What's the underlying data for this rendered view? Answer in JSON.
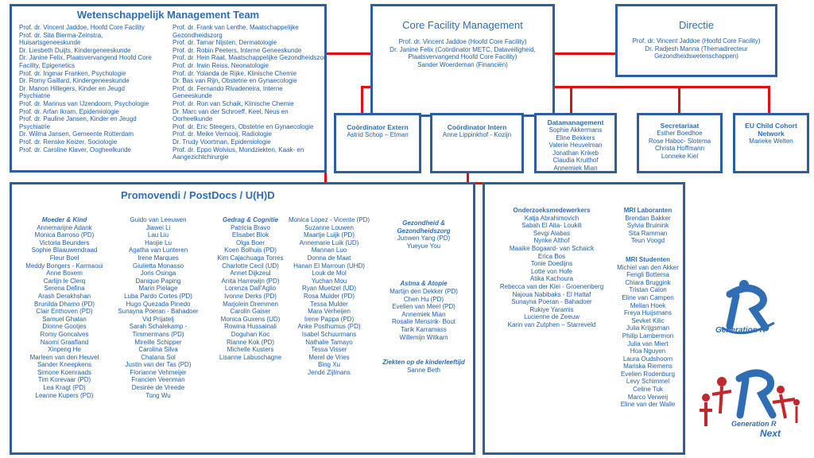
{
  "wmt": {
    "title": "Wetenschappelijk Management Team",
    "col1": [
      "Prof. dr. Vincent Jaddoe, Hoofd Core Facility",
      "Prof. dr. Sita Bierma-Zeinstra,",
      "Huisartsgeneeskunde",
      "Dr. Liesbeth Duijts, Kindergeneeskunde",
      "Dr. Janine Felix, Plaatsvervangend Hoofd Core",
      "Facility, Epigenetics",
      "Prof. dr. Ingmar Franken, Psychologie",
      "Dr. Romy Gaillard, Kindergeneeskunde",
      "Dr. Manon Hillegers, Kinder en Jeugd",
      "Psychiatrie",
      "Prof. dr. Marinus van IJzendoorn, Psychologie",
      "Prof. dr. Arfan Ikram, Epidemiologie",
      "Prof. dr. Pauline Jansen, Kinder en Jeugd",
      "Psychiatrie",
      "Dr. Wilma Jansen, Gemeente Rotterdam",
      "Prof. dr. Renske Keizer, Sociologie",
      "Prof. dr. Caroline Klaver, Oogheelkunde"
    ],
    "col2": [
      "Prof. dr. Frank van Lenthe, Maatschappelijke",
      "Gezondheidszorg",
      "Prof. dr. Tamar Nijsten, Dermatologie",
      "Prof. dr. Robin Peeters, Interne Geneeskunde",
      "Prof. dr. Hein Raat, Maatschappelijke Gezondheidszorg",
      "Prof. dr. Irwin Reiss, Neonatologie",
      "Prof. dr. Yolanda de Rijke, Klinische Chemie",
      "Dr. Bas van Rijn, Obstetrie en Gynaecologie",
      "Prof. dr. Fernando Rivadeneira, Interne",
      "Geneeskunde",
      "Prof. dr. Ron van Schaik, Klinische Chemie",
      "Dr. Marc van der Schroeff, Keel, Neus en",
      "Oorheelkunde",
      "Prof. dr. Eric Steegers, Obstetrie en Gynaecologie",
      "Prof. dr. Meike Vernooij, Radiologie",
      "Dr. Trudy Voortman, Epidemiologie",
      "Prof. dr. Eppo Wolvius, Mondziekten, Kaak- en",
      "Aangezichtchirurgie"
    ]
  },
  "cfm": {
    "title": "Core Facility Management",
    "lines": [
      "Prof. dr. Vincent Jaddoe (Hoofd Core Facility)",
      "Dr. Janine Felix (Coördinator METC, Dataveiligheid,",
      "Plaatsvervangend Hoofd Core Facility)",
      "Sander Woerdeman (Financiën)"
    ]
  },
  "directie": {
    "title": "Directie",
    "lines": [
      "Prof. dr. Vincent Jaddoe (Hoofd Core Facility)",
      "Dr. Radjesh Manna (Themadirecteur",
      "Gezondheidswetenschappen)"
    ]
  },
  "extern": {
    "title": "Coördinator Extern",
    "lines": [
      "Astrid Schop – Etman"
    ]
  },
  "intern": {
    "title": "Coördinator Intern",
    "lines": [
      "Anne Lippinkhof - Kozijn"
    ]
  },
  "datamgmt": {
    "title": "Datamanagement",
    "lines": [
      "Sophie Akkermans",
      "Eline Bekkers",
      "Valerie Heuvelman",
      "Jonathan Krikeb",
      "Claudia Kruithof",
      "Annemiek Mian"
    ]
  },
  "secretariaat": {
    "title": "Secretariaat",
    "lines": [
      "Esther Boedhoe",
      "Rose Haboc- Slotema",
      "Christa Hoffmann",
      "Lonneke Kiel"
    ]
  },
  "eu": {
    "title": "EU Child Cohort Network",
    "lines": [
      "Marieke Welten"
    ]
  },
  "promovendi": {
    "title": "Promovendi / PostDocs / U(H)D",
    "col1_group": "Moeder & Kind",
    "col1": [
      "Annemarijne Adank",
      "Monica Barroso (PD)",
      "Victoria Beunders",
      "Sophie Blaauwendraad",
      "Fleur Boel",
      "Meddy Bongers - Karmaoui",
      "Anne Boxem",
      "Carlijn le Clerq",
      "Serena Defina",
      "Arash Derakhshan",
      "Brunilda Dhamo (PD)",
      "Clair Enthoven (PD)",
      "Samuel Ghatan",
      "Dionne Gootjes",
      "Romy Goncalves",
      "Naomi Graafland",
      "Xinpeng He",
      "Marleen van den Heuvel",
      "Sander Kneepkens",
      "Simone Koenraads",
      "Tim Korevaar (PD)",
      "Lea Kragt (PD)",
      "Leanne Kupers (PD)"
    ],
    "col2": [
      "Guido van Leeuwen",
      "Jiawei Li",
      "Lau Liu",
      "Haojie Lu",
      "Agatha van Lunteren",
      "Irene Marques",
      "Giulietta Monasso",
      "Joris Osinga",
      "Danique Paping",
      "Marin Pielage",
      "Luba Pardo Cortes (PD)",
      "Hugo Quezada Pinedo",
      "Sunayna Poeran - Bahadoer",
      "Vid Prijatelj",
      "Sarah Schalekamp -",
      "Timmermans (PD)",
      "Mireille Schipper",
      "Carolina Silva",
      "Chalana Sol",
      "Justin van der Tas (PD)",
      "Florianne Vehmeijer",
      "Francien Veenman",
      "Desirée de Vreede",
      "Tong Wu"
    ],
    "col3_group": "Gedrag & Cognitie",
    "col3": [
      "Patricia Bravo",
      "Elisabet Blok",
      "Olga Boer",
      "Koen Bolhuis (PD)",
      "Kim Cajachuaga Torres",
      "Charlotte Cecil (UD)",
      "Annet Dijkzeul",
      "Anita Harrewijn (PD)",
      "Lorenza Dall'Aglio",
      "Ivonne Derks (PD)",
      "Marjolein Dremmen",
      "Carolin Gaiser",
      "Monica Guxens (UD)",
      "Rowina Hussainali",
      "Doguhan Koc",
      "Rianne Kok (PD)",
      "Michelle Kusters",
      "Lisanne Labuschagne"
    ],
    "col4": [
      "Monica Lopez - Vicente (PD)",
      "Suzanne Louwen",
      "Maartje Luijk (PD)",
      "Annemarie Luik (UD)",
      "Mannan Luo",
      "Donna de Maat",
      "Hanan El Marroun (UHD)",
      "Louk de Mol",
      "Yuchan Mou",
      "Ryan Muetzel (UD)",
      "Rosa Mulder (PD)",
      "Tessa Mulder",
      "Mara Verheijen",
      "Irene Pappa (PD)",
      "Anke Posthumus (PD)",
      "Isabel Schuurmans",
      "Nathalie Tamayo",
      "Tessa Visser",
      "Merel de Vries",
      "Bing Xu",
      "Jendé Zijlmans"
    ],
    "col5_group1": "Gezondheid & Gezondheidszorg",
    "col5_list1": [
      "Junwen Yang (PD)",
      "Yueyue You"
    ],
    "col5_group2": "Astma & Atopie",
    "col5_list2": [
      "Martijn den Dekker (PD)",
      "Chen Hu (PD)",
      "Evelien van Meel (PD)",
      "Annemiek Mian",
      "Rosalie Mensink- Bout",
      "Tarik Karramass",
      "Willemijn Witkam"
    ],
    "col5_group3": "Ziekten op de kinderleeftijd",
    "col5_list3": [
      "Sanne Beth"
    ]
  },
  "staff": {
    "onderzoek_title": "Onderzoeksmedewerkers",
    "onderzoek": [
      "Katja Abrahimovich",
      "Sabah El Aita- Loukili",
      "Sevgi Alabas",
      "Nynke Althof",
      "Maaike Bogaard- van Schaick",
      "Erica Bos",
      "Tonie Doedijns",
      "Lotte von Hofe",
      "Atika Kachoura",
      "Rebecca van der Klei - Groenenberg",
      "Najoua Nabibaks - El Hattaf",
      "Sunayna Poeran - Bahadoer",
      "Rukiye Yaramis",
      "Lucienne de Zeeuw",
      "Karin van Zutphen – Starreveld"
    ],
    "mrilab_title": "MRI Laboranten",
    "mrilab": [
      "Brendan Bakker",
      "Sylvia Bruinink",
      "Sita Ramman",
      "Teun Voogd"
    ],
    "mristud_title": "MRI Studenten",
    "mristud": [
      "Michiel van den Akker",
      "Fengli Bottema",
      "Chiara Bruggink",
      "Tristan Calon",
      "Eline van Campen",
      "Melian Hoek",
      "Freya Huijsmans",
      "Sevket Kilic",
      "Julia Krijgsman",
      "Philip Lambermon",
      "Julia van Miert",
      "Hoa Nguyen",
      "Laura Oudshoorn",
      "Mariska Riemens",
      "Evelien Rodenburg",
      "Levy Schimmel",
      "Celine Tuk",
      "Marco Verweij",
      "Eline van der Walle"
    ]
  },
  "logos": {
    "genr": "Generation R",
    "next_line1": "Generation R",
    "next_line2": "Next"
  },
  "colors": {
    "border": "#2f5e9e",
    "connector": "#e01010",
    "text": "#1f5fa8",
    "title": "#2f6db5"
  }
}
